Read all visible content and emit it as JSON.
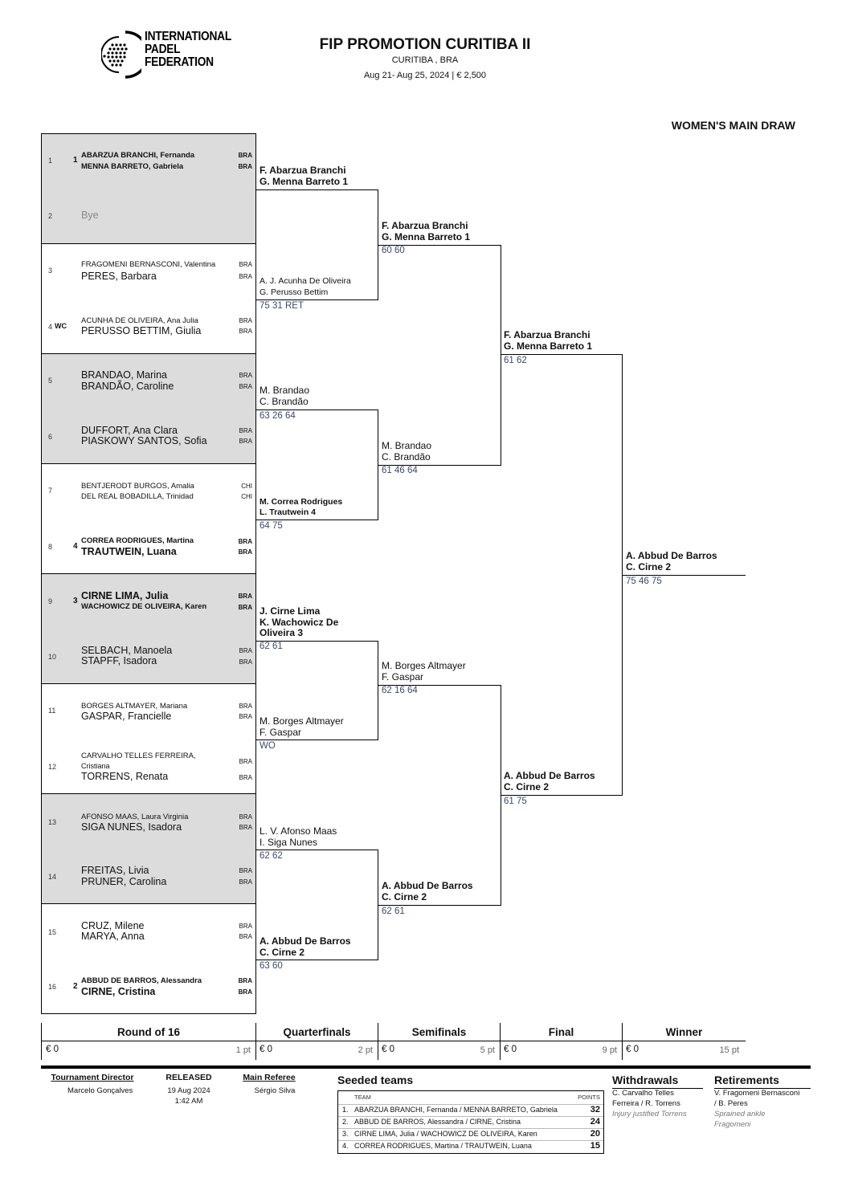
{
  "header": {
    "logo_lines": [
      "INTERNATIONAL",
      "PADEL",
      "FEDERATION"
    ],
    "title": "FIP PROMOTION CURITIBA II",
    "location": "CURITIBA , BRA",
    "dates": "Aug 21- Aug 25, 2024  |  € 2,500",
    "draw_title": "WOMEN'S MAIN DRAW"
  },
  "entries": [
    {
      "num": "1",
      "seed": "1",
      "p1": "ABARZUA BRANCHI, Fernanda",
      "c1": "BRA",
      "p2": "MENNA BARRETO, Gabriela",
      "c2": "BRA"
    },
    {
      "num": "2",
      "bye": "Bye"
    },
    {
      "num": "3",
      "p1": "FRAGOMENI BERNASCONI, Valentina",
      "c1": "BRA",
      "p2": "PERES, Barbara",
      "c2": "BRA"
    },
    {
      "num": "4",
      "seed": "WC",
      "p1": "ACUNHA DE OLIVEIRA, Ana Julia",
      "c1": "BRA",
      "p2": "PERUSSO BETTIM, Giulia",
      "c2": "BRA"
    },
    {
      "num": "5",
      "p1": "BRANDAO, Marina",
      "c1": "BRA",
      "p2": "BRANDÃO, Caroline",
      "c2": "BRA"
    },
    {
      "num": "6",
      "p1": "DUFFORT, Ana Clara",
      "c1": "BRA",
      "p2": "PIASKOWY SANTOS, Sofia",
      "c2": "BRA"
    },
    {
      "num": "7",
      "p1": "BENTJERODT BURGOS, Amalia",
      "c1": "CHI",
      "p2": "DEL REAL BOBADILLA, Trinidad",
      "c2": "CHI"
    },
    {
      "num": "8",
      "seed": "4",
      "p1": "CORREA RODRIGUES, Martina",
      "c1": "BRA",
      "p2": "TRAUTWEIN, Luana",
      "c2": "BRA"
    },
    {
      "num": "9",
      "seed": "3",
      "p1": "CIRNE LIMA, Julia",
      "c1": "BRA",
      "p2": "WACHOWICZ DE OLIVEIRA, Karen",
      "c2": "BRA"
    },
    {
      "num": "10",
      "p1": "SELBACH, Manoela",
      "c1": "BRA",
      "p2": "STAPFF, Isadora",
      "c2": "BRA"
    },
    {
      "num": "11",
      "p1": "BORGES ALTMAYER, Mariana",
      "c1": "BRA",
      "p2": "GASPAR, Francielle",
      "c2": "BRA"
    },
    {
      "num": "12",
      "p1a": "CARVALHO TELLES FERREIRA,",
      "p1b": "Cristiana",
      "c1": "BRA",
      "p2": "TORRENS, Renata",
      "c2": "BRA"
    },
    {
      "num": "13",
      "p1": "AFONSO MAAS, Laura Virginia",
      "c1": "BRA",
      "p2": "SIGA NUNES, Isadora",
      "c2": "BRA"
    },
    {
      "num": "14",
      "p1": "FREITAS, Livia",
      "c1": "BRA",
      "p2": "PRUNER, Carolina",
      "c2": "BRA"
    },
    {
      "num": "15",
      "p1": "CRUZ, Milene",
      "c1": "BRA",
      "p2": "MARYA, Anna",
      "c2": "BRA"
    },
    {
      "num": "16",
      "seed": "2",
      "p1": "ABBUD DE BARROS, Alessandra",
      "c1": "BRA",
      "p2": "CIRNE, Cristina",
      "c2": "BRA"
    }
  ],
  "qf": [
    {
      "l1": "F. Abarzua Branchi",
      "l2": "G. Menna Barreto  1",
      "score": ""
    },
    {
      "l1": "A. J. Acunha De Oliveira",
      "l2": "G. Perusso Bettim",
      "score": "75 31 RET"
    },
    {
      "l1": "M. Brandao",
      "l2": "C. Brandão",
      "score": "63 26 64"
    },
    {
      "l1": "M. Correa Rodrigues",
      "l2": "L. Trautwein  4",
      "score": "64 75"
    },
    {
      "l1": "J. Cirne Lima",
      "l2": "K. Wachowicz De",
      "l3": "Oliveira  3",
      "score": "62 61"
    },
    {
      "l1": "M. Borges Altmayer",
      "l2": "F. Gaspar",
      "score": "WO"
    },
    {
      "l1": "L. V. Afonso Maas",
      "l2": "I. Siga Nunes",
      "score": "62 62"
    },
    {
      "l1": "A. Abbud De Barros",
      "l2": "C. Cirne  2",
      "score": "63 60"
    }
  ],
  "sf": [
    {
      "l1": "F. Abarzua Branchi",
      "l2": "G. Menna Barreto  1",
      "score": "60 60"
    },
    {
      "l1": "M. Brandao",
      "l2": "C. Brandão",
      "score": "61 46 64"
    },
    {
      "l1": "M. Borges Altmayer",
      "l2": "F. Gaspar",
      "score": "62 16 64"
    },
    {
      "l1": "A. Abbud De Barros",
      "l2": "C. Cirne  2",
      "score": "62 61"
    }
  ],
  "final": [
    {
      "l1": "F. Abarzua Branchi",
      "l2": "G. Menna Barreto  1",
      "score": "61 62"
    },
    {
      "l1": "A. Abbud De Barros",
      "l2": "C. Cirne  2",
      "score": "61 75"
    }
  ],
  "winner": {
    "l1": "A. Abbud De Barros",
    "l2": "C. Cirne  2",
    "score": "75 46 75"
  },
  "rounds": [
    {
      "name": "Round of 16",
      "money": "€ 0",
      "points": "1 pt"
    },
    {
      "name": "Quarterfinals",
      "money": "€ 0",
      "points": "2 pt"
    },
    {
      "name": "Semifinals",
      "money": "€ 0",
      "points": "5 pt"
    },
    {
      "name": "Final",
      "money": "€ 0",
      "points": "9 pt"
    },
    {
      "name": "Winner",
      "money": "€ 0",
      "points": "15 pt"
    }
  ],
  "footer": {
    "director_label": "Tournament Director",
    "director": "Marcelo Gonçalves",
    "released_label": "RELEASED",
    "released_date": "19 Aug 2024",
    "released_time": "1:42 AM",
    "referee_label": "Main Referee",
    "referee": "Sérgio Silva",
    "seeded_title": "Seeded teams",
    "seeded_col_team": "TEAM",
    "seeded_col_points": "POINTS",
    "seeded": [
      {
        "n": "1.",
        "team": "ABARZUA BRANCHI, Fernanda / MENNA BARRETO, Gabriela",
        "points": "32"
      },
      {
        "n": "2.",
        "team": "ABBUD DE BARROS, Alessandra / CIRNE, Cristina",
        "points": "24"
      },
      {
        "n": "3.",
        "team": "CIRNE LIMA, Julia / WACHOWICZ DE OLIVEIRA, Karen",
        "points": "20"
      },
      {
        "n": "4.",
        "team": "CORREA RODRIGUES, Martina / TRAUTWEIN, Luana",
        "points": "15"
      }
    ],
    "withdrawals_title": "Withdrawals",
    "withdrawals": [
      "C. Carvalho Telles",
      "Ferreira / R. Torrens"
    ],
    "withdrawal_reason": "Injury justified Torrens",
    "retirements_title": "Retirements",
    "retirements": [
      "V. Fragomeni Bernasconi",
      "/ B. Peres"
    ],
    "retirement_reason": [
      "Sprained ankle",
      "Fragomeni"
    ]
  }
}
